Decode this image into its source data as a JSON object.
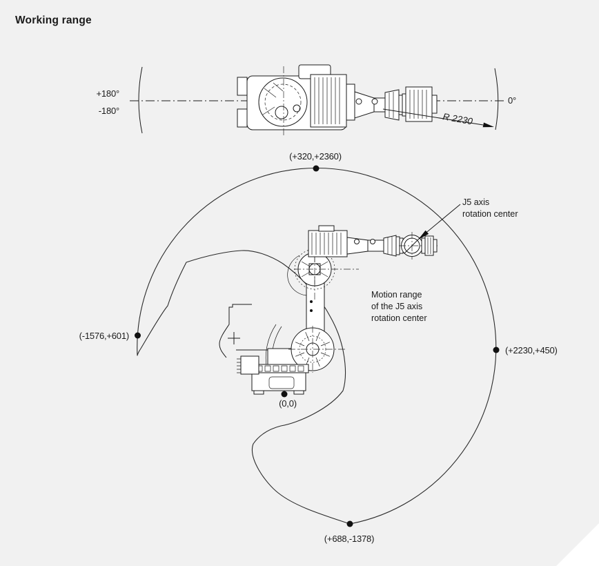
{
  "title": "Working range",
  "colors": {
    "background": "#f1f1f1",
    "line": "#1a1a1a",
    "text": "#1a1a1a",
    "corner_cut": "#ffffff"
  },
  "top_view": {
    "ccw_limit_label": "+180°",
    "cw_limit_label": "-180°",
    "zero_label": "0°",
    "radius_label": "R 2230"
  },
  "side_view": {
    "points": {
      "top": "(+320,+2360)",
      "rear": "(-1576,+601)",
      "front": "(+2230,+450)",
      "bottom": "(+688,-1378)",
      "origin": "(0,0)"
    },
    "j5_label": {
      "line1": "J5 axis",
      "line2": "rotation center"
    },
    "motion_label": {
      "line1": "Motion range",
      "line2": "of the J5 axis",
      "line3": "rotation center"
    }
  }
}
